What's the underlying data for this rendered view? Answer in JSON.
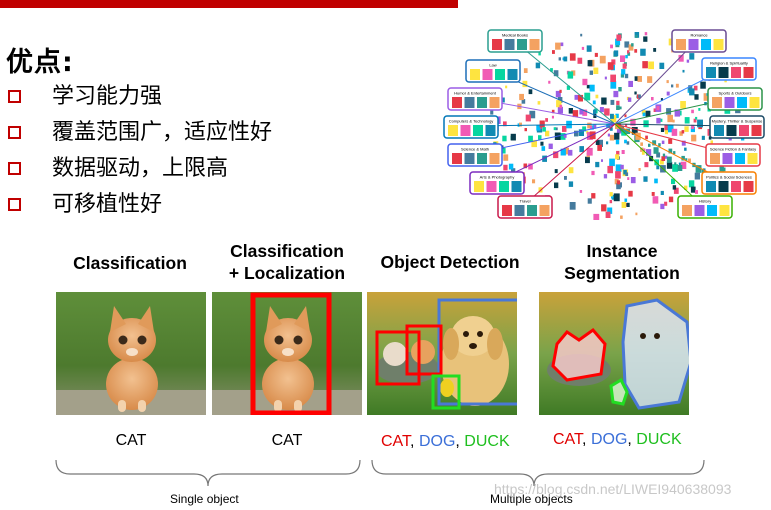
{
  "slide": {
    "title": "优点:",
    "bullets": [
      "学习能力强",
      "覆盖范围广，适应性好",
      "数据驱动，上限高",
      "可移植性好"
    ]
  },
  "visualization": {
    "clusters": [
      {
        "label": "Medical Books",
        "color": "#2a9d8f"
      },
      {
        "label": "Romance",
        "color": "#6a4c93"
      },
      {
        "label": "Law",
        "color": "#1d6fb8"
      },
      {
        "label": "Religion & Spirituality",
        "color": "#3a86ff"
      },
      {
        "label": "Humor & Entertainment",
        "color": "#9b5de5"
      },
      {
        "label": "Sports & Outdoors",
        "color": "#2b9348"
      },
      {
        "label": "Computers & Technology",
        "color": "#0077b6"
      },
      {
        "label": "Mystery, Thriller & Suspense",
        "color": "#1b4965"
      },
      {
        "label": "Science & Math",
        "color": "#4361ee"
      },
      {
        "label": "Science Fiction & Fantasy",
        "color": "#e63946"
      },
      {
        "label": "Arts & Photography",
        "color": "#7b2cbf"
      },
      {
        "label": "Politics & Social Sciences",
        "color": "#f77f00"
      },
      {
        "label": "Travel",
        "color": "#c9184a"
      },
      {
        "label": "History",
        "color": "#38b000"
      }
    ]
  },
  "tasks": [
    {
      "title_lines": [
        "Classification"
      ],
      "label_parts": [
        {
          "text": "CAT",
          "color": "#000000"
        }
      ]
    },
    {
      "title_lines": [
        "Classification",
        "+ Localization"
      ],
      "label_parts": [
        {
          "text": "CAT",
          "color": "#000000"
        }
      ]
    },
    {
      "title_lines": [
        "Object Detection"
      ],
      "label_parts": [
        {
          "text": "CAT",
          "color": "#e00000"
        },
        {
          "text": ", ",
          "color": "#000000"
        },
        {
          "text": "DOG",
          "color": "#3b6fd8"
        },
        {
          "text": ", ",
          "color": "#000000"
        },
        {
          "text": "DUCK",
          "color": "#1fbf1f"
        }
      ]
    },
    {
      "title_lines": [
        "Instance",
        "Segmentation"
      ],
      "label_parts": [
        {
          "text": "CAT",
          "color": "#e00000"
        },
        {
          "text": ", ",
          "color": "#000000"
        },
        {
          "text": "DOG",
          "color": "#3b6fd8"
        },
        {
          "text": ", ",
          "color": "#000000"
        },
        {
          "text": "DUCK",
          "color": "#1fbf1f"
        }
      ]
    }
  ],
  "groups": {
    "single": "Single object",
    "multiple": "Multiple objects"
  },
  "watermark": "https://blog.csdn.net/LIWEI940638093",
  "colors": {
    "accent": "#c00000",
    "box_red": "#ff0000",
    "box_blue": "#4a78d6",
    "box_green": "#22dd22"
  }
}
